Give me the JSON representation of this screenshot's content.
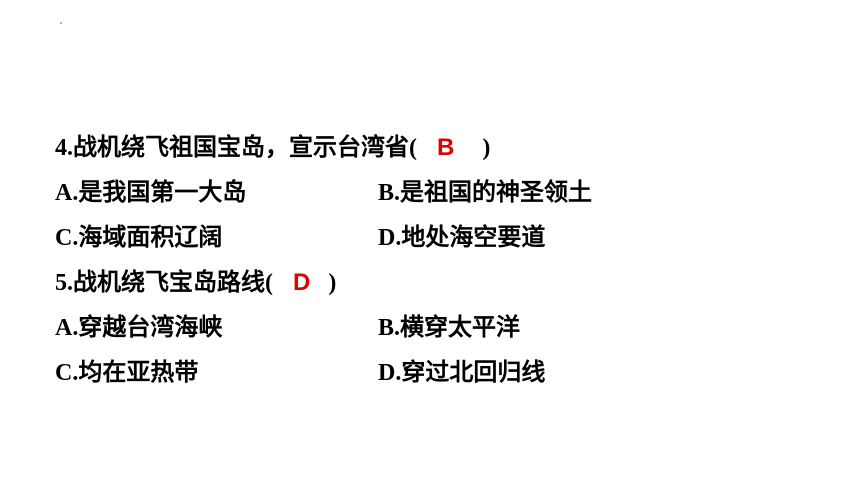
{
  "questions": [
    {
      "stem_prefix": "4.战机绕飞祖国宝岛，宣示台湾省(",
      "answer": "B",
      "stem_suffix": ")",
      "options": {
        "A": "A.是我国第一大岛",
        "B": "B.是祖国的神圣领土",
        "C": "C.海域面积辽阔",
        "D": "D.地处海空要道"
      }
    },
    {
      "stem_prefix": "5.战机绕飞宝岛路线(",
      "answer": "D",
      "stem_suffix": ")",
      "options": {
        "A": "A.穿越台湾海峡",
        "B": "B.横穿太平洋",
        "C": "C.均在亚热带",
        "D": "D.穿过北回归线"
      }
    }
  ],
  "colors": {
    "answer": "#e00000",
    "text": "#000000"
  }
}
